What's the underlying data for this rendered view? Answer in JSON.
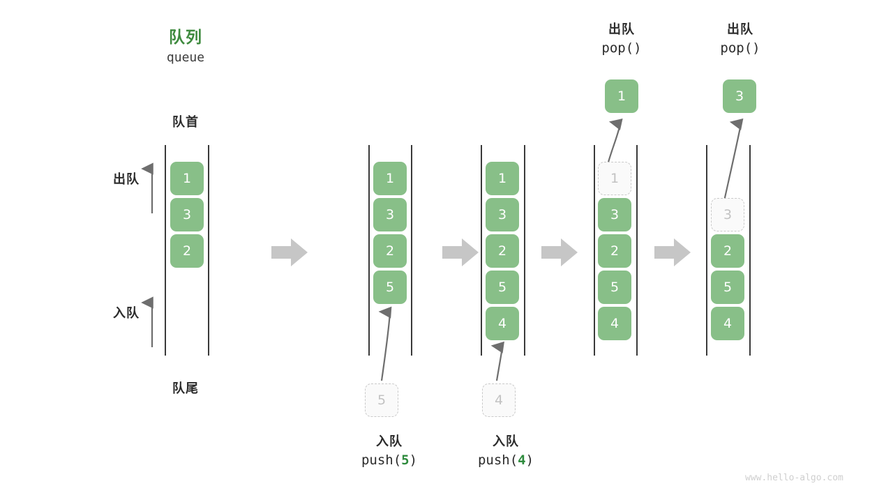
{
  "diagram": {
    "title_cn": "队列",
    "title_en": "queue",
    "front_label": "队首",
    "rear_label": "队尾",
    "dequeue_side_label": "出队",
    "enqueue_side_label": "入队",
    "watermark": "www.hello-algo.com",
    "colors": {
      "cell_fill": "#88bf88",
      "cell_text": "#ffffff",
      "ghost_fill": "#fafafa",
      "ghost_border": "#c9c9c9",
      "ghost_text": "#c2c2c2",
      "title_green": "#3e8a3e",
      "arg_green": "#2e8b3d",
      "rail": "#3a3a3a",
      "step_arrow": "#c6c6c6",
      "motion_arrow": "#6e6e6e",
      "text": "#2b2b2b",
      "watermark": "#cfcfcf"
    }
  },
  "steps": [
    {
      "id": "state-initial",
      "cells": [
        "1",
        "3",
        "2"
      ],
      "ghost_index": null,
      "incoming": null,
      "popped": null,
      "caption_cn": "",
      "caption_code_prefix": "",
      "caption_code_arg": "",
      "caption_code_suffix": ""
    },
    {
      "id": "state-push-5",
      "cells": [
        "1",
        "3",
        "2",
        "5"
      ],
      "ghost_index": null,
      "incoming": "5",
      "popped": null,
      "caption_cn": "入队",
      "caption_code_prefix": "push(",
      "caption_code_arg": "5",
      "caption_code_suffix": ")"
    },
    {
      "id": "state-push-4",
      "cells": [
        "1",
        "3",
        "2",
        "5",
        "4"
      ],
      "ghost_index": null,
      "incoming": "4",
      "popped": null,
      "caption_cn": "入队",
      "caption_code_prefix": "push(",
      "caption_code_arg": "4",
      "caption_code_suffix": ")"
    },
    {
      "id": "state-pop-1",
      "cells": [
        "1",
        "3",
        "2",
        "5",
        "4"
      ],
      "ghost_index": 0,
      "incoming": null,
      "popped": "1",
      "caption_cn": "出队",
      "caption_code_prefix": "pop()",
      "caption_code_arg": "",
      "caption_code_suffix": ""
    },
    {
      "id": "state-pop-3",
      "cells": [
        "",
        "3",
        "2",
        "5",
        "4"
      ],
      "ghost_index": 1,
      "incoming": null,
      "popped": "3",
      "caption_cn": "出队",
      "caption_code_prefix": "pop()",
      "caption_code_arg": "",
      "caption_code_suffix": ""
    }
  ],
  "step_arrows": [
    "→",
    "→",
    "→",
    "→"
  ]
}
